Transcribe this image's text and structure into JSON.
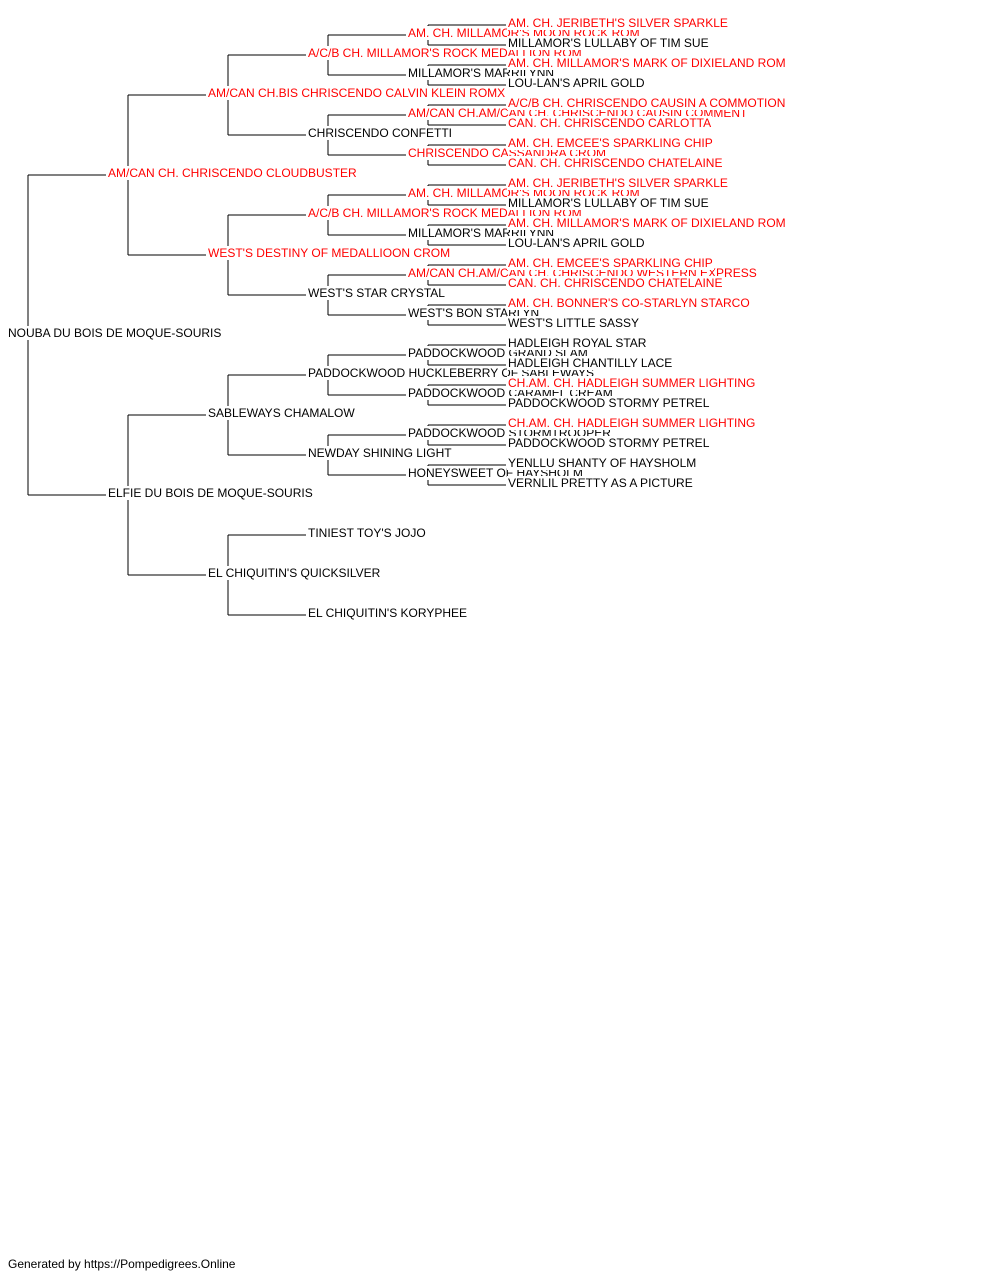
{
  "pedigree": {
    "name": "NOUBA DU BOIS DE MOQUE-SOURIS",
    "champion": false,
    "sire": {
      "name": "AM/CAN CH. CHRISCENDO CLOUDBUSTER",
      "champion": true,
      "sire": {
        "name": "AM/CAN CH.BIS CHRISCENDO CALVIN KLEIN ROMX",
        "champion": true,
        "sire": {
          "name": "A/C/B CH. MILLAMOR'S ROCK MEDALLION ROM",
          "champion": true,
          "sire": {
            "name": "AM. CH. MILLAMOR'S MOON ROCK ROM",
            "champion": true,
            "sire": {
              "name": "AM. CH. JERIBETH'S SILVER SPARKLE",
              "champion": true
            },
            "dam": {
              "name": "MILLAMOR'S LULLABY OF TIM SUE",
              "champion": false
            }
          },
          "dam": {
            "name": "MILLAMOR'S MARRILYNN",
            "champion": false,
            "sire": {
              "name": "AM. CH. MILLAMOR'S MARK OF DIXIELAND ROM",
              "champion": true
            },
            "dam": {
              "name": "LOU-LAN'S APRIL GOLD",
              "champion": false
            }
          }
        },
        "dam": {
          "name": "CHRISCENDO CONFETTI",
          "champion": false,
          "sire": {
            "name": "AM/CAN CH.AM/CAN CH. CHRISCENDO CAUSIN COMMENT",
            "champion": true,
            "sire": {
              "name": "A/C/B CH. CHRISCENDO CAUSIN A COMMOTION",
              "champion": true
            },
            "dam": {
              "name": "CAN. CH. CHRISCENDO CARLOTTA",
              "champion": true
            }
          },
          "dam": {
            "name": "CHRISCENDO CASSANDRA CROM",
            "champion": true,
            "sire": {
              "name": "AM. CH. EMCEE'S SPARKLING CHIP",
              "champion": true
            },
            "dam": {
              "name": "CAN. CH. CHRISCENDO CHATELAINE",
              "champion": true
            }
          }
        }
      },
      "dam": {
        "name": "WEST'S DESTINY OF MEDALLIOON CROM",
        "champion": true,
        "sire": {
          "name": "A/C/B CH. MILLAMOR'S ROCK MEDALLION ROM",
          "champion": true,
          "sire": {
            "name": "AM. CH. MILLAMOR'S MOON ROCK ROM",
            "champion": true,
            "sire": {
              "name": "AM. CH. JERIBETH'S SILVER SPARKLE",
              "champion": true
            },
            "dam": {
              "name": "MILLAMOR'S LULLABY OF TIM SUE",
              "champion": false
            }
          },
          "dam": {
            "name": "MILLAMOR'S MARRILYNN",
            "champion": false,
            "sire": {
              "name": "AM. CH. MILLAMOR'S MARK OF DIXIELAND ROM",
              "champion": true
            },
            "dam": {
              "name": "LOU-LAN'S APRIL GOLD",
              "champion": false
            }
          }
        },
        "dam": {
          "name": "WEST'S STAR CRYSTAL",
          "champion": false,
          "sire": {
            "name": "AM/CAN CH.AM/CAN CH. CHRISCENDO WESTERN EXPRESS",
            "champion": true,
            "sire": {
              "name": "AM. CH. EMCEE'S SPARKLING CHIP",
              "champion": true
            },
            "dam": {
              "name": "CAN. CH. CHRISCENDO CHATELAINE",
              "champion": true
            }
          },
          "dam": {
            "name": "WEST'S BON STARLYN",
            "champion": false,
            "sire": {
              "name": "AM. CH. BONNER'S CO-STARLYN STARCO",
              "champion": true
            },
            "dam": {
              "name": "WEST'S LITTLE SASSY",
              "champion": false
            }
          }
        }
      }
    },
    "dam": {
      "name": "ELFIE DU BOIS DE MOQUE-SOURIS",
      "champion": false,
      "sire": {
        "name": "SABLEWAYS CHAMALOW",
        "champion": false,
        "sire": {
          "name": "PADDOCKWOOD HUCKLEBERRY OF SABLEWAYS",
          "champion": false,
          "sire": {
            "name": "PADDOCKWOOD GRAND SLAM",
            "champion": false,
            "sire": {
              "name": "HADLEIGH ROYAL STAR",
              "champion": false
            },
            "dam": {
              "name": "HADLEIGH CHANTILLY LACE",
              "champion": false
            }
          },
          "dam": {
            "name": "PADDOCKWOOD CARAMEL CREAM",
            "champion": false,
            "sire": {
              "name": "CH.AM. CH. HADLEIGH SUMMER LIGHTING",
              "champion": true
            },
            "dam": {
              "name": "PADDOCKWOOD STORMY PETREL",
              "champion": false
            }
          }
        },
        "dam": {
          "name": "NEWDAY SHINING LIGHT",
          "champion": false,
          "sire": {
            "name": "PADDOCKWOOD STORMTROOPER",
            "champion": false,
            "sire": {
              "name": "CH.AM. CH. HADLEIGH SUMMER LIGHTING",
              "champion": true
            },
            "dam": {
              "name": "PADDOCKWOOD STORMY PETREL",
              "champion": false
            }
          },
          "dam": {
            "name": "HONEYSWEET OF HAYSHOLM",
            "champion": false,
            "sire": {
              "name": "YENLLU SHANTY OF HAYSHOLM",
              "champion": false
            },
            "dam": {
              "name": "VERNLIL PRETTY AS A PICTURE",
              "champion": false
            }
          }
        }
      },
      "dam": {
        "name": "EL CHIQUITIN'S QUICKSILVER",
        "champion": false,
        "sire": {
          "name": "TINIEST TOY'S JOJO",
          "champion": false
        },
        "dam": {
          "name": "EL CHIQUITIN'S KORYPHEE",
          "champion": false
        }
      }
    }
  },
  "footer": "Generated by https://Pompedigrees.Online",
  "colors": {
    "champion": "#ff0000",
    "regular": "#000000",
    "line": "#000000"
  }
}
